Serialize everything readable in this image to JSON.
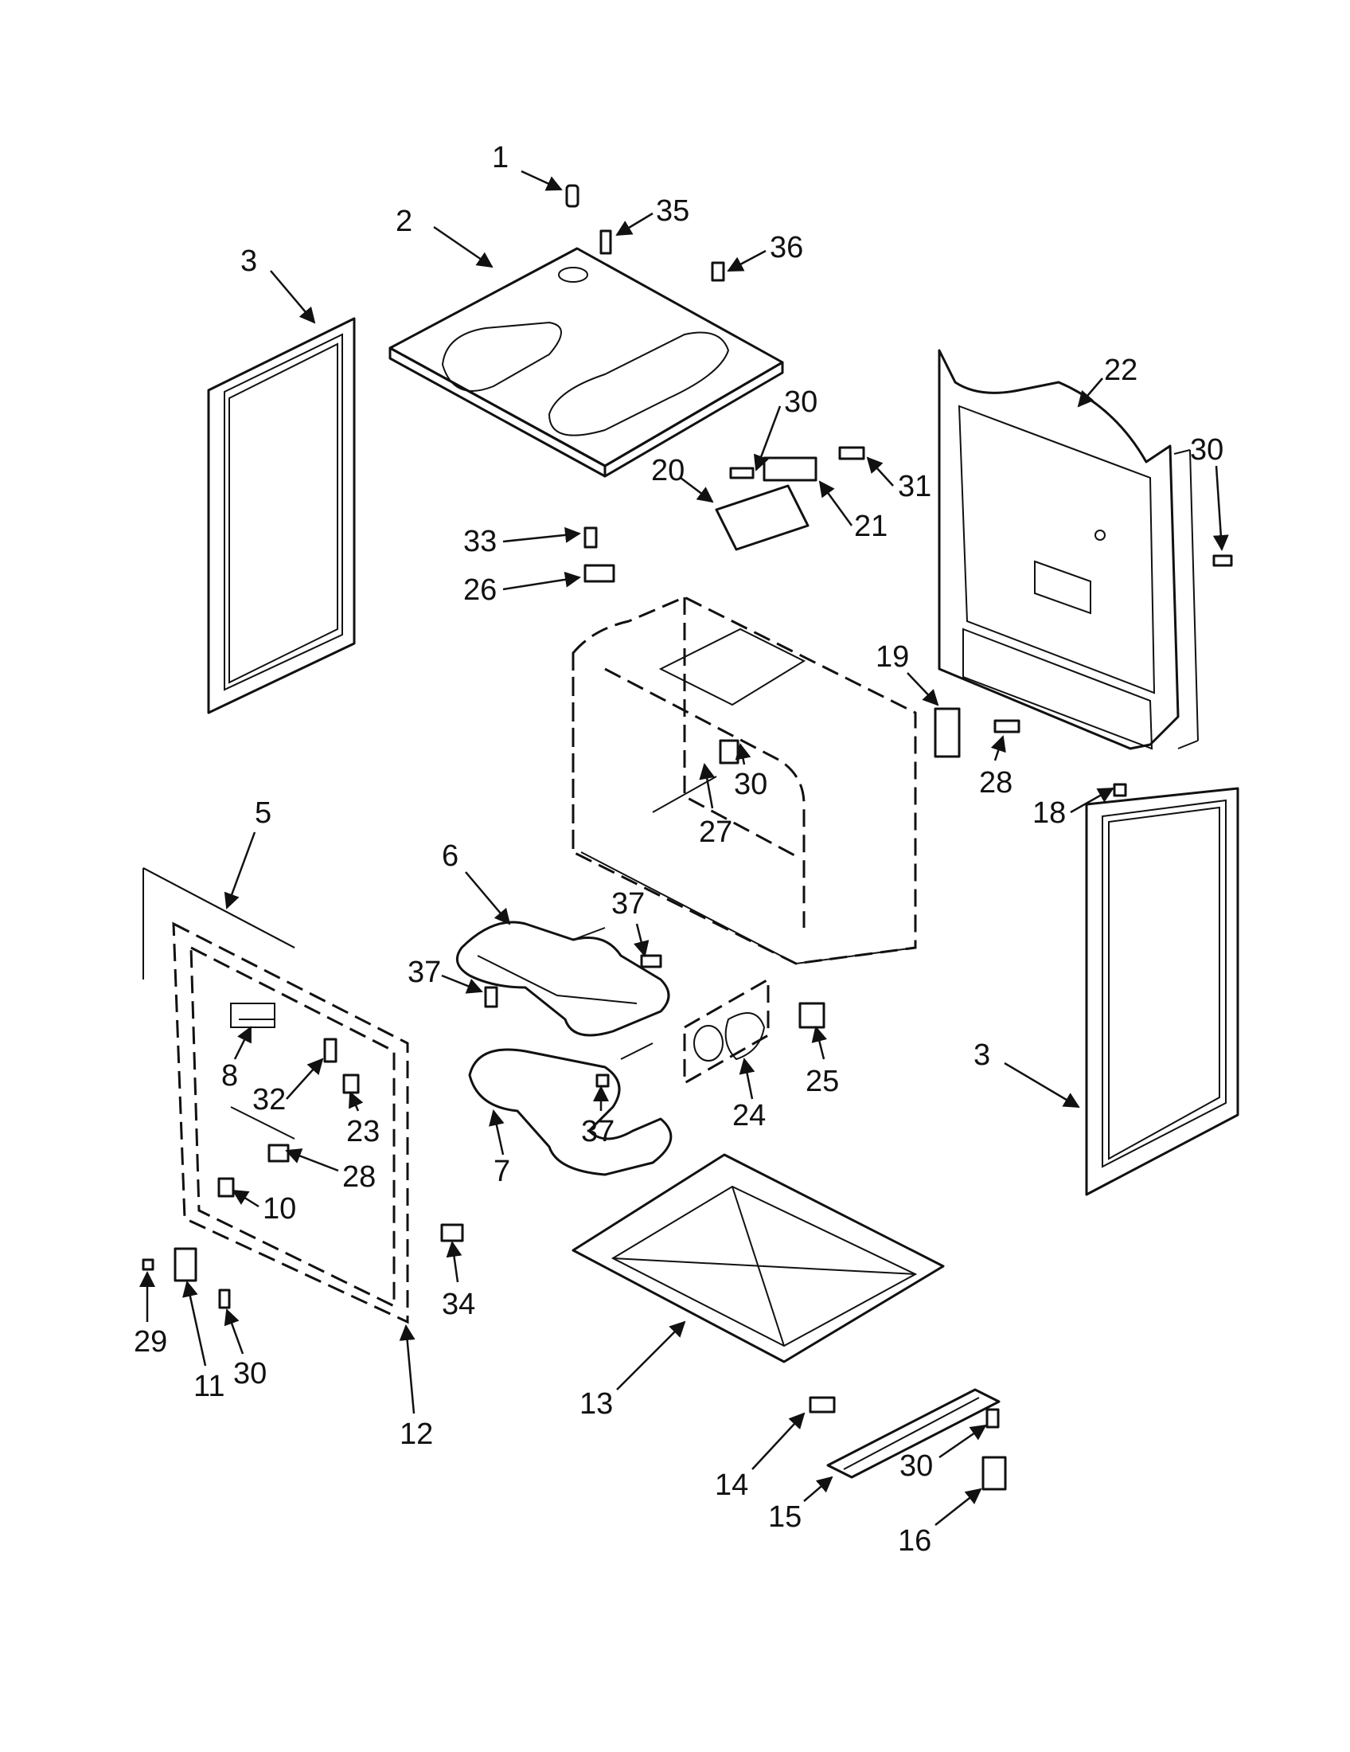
{
  "diagram": {
    "callouts": [
      {
        "id": "c1",
        "label": "1"
      },
      {
        "id": "c2",
        "label": "2"
      },
      {
        "id": "c3a",
        "label": "3"
      },
      {
        "id": "c35",
        "label": "35"
      },
      {
        "id": "c36",
        "label": "36"
      },
      {
        "id": "c22",
        "label": "22"
      },
      {
        "id": "c30a",
        "label": "30"
      },
      {
        "id": "c30b",
        "label": "30"
      },
      {
        "id": "c31",
        "label": "31"
      },
      {
        "id": "c20",
        "label": "20"
      },
      {
        "id": "c21",
        "label": "21"
      },
      {
        "id": "c33",
        "label": "33"
      },
      {
        "id": "c26",
        "label": "26"
      },
      {
        "id": "c19",
        "label": "19"
      },
      {
        "id": "c28a",
        "label": "28"
      },
      {
        "id": "c18",
        "label": "18"
      },
      {
        "id": "c30c",
        "label": "30"
      },
      {
        "id": "c27",
        "label": "27"
      },
      {
        "id": "c5",
        "label": "5"
      },
      {
        "id": "c6",
        "label": "6"
      },
      {
        "id": "c37a",
        "label": "37"
      },
      {
        "id": "c37b",
        "label": "37"
      },
      {
        "id": "c3b",
        "label": "3"
      },
      {
        "id": "c25",
        "label": "25"
      },
      {
        "id": "c24",
        "label": "24"
      },
      {
        "id": "c37c",
        "label": "37"
      },
      {
        "id": "c7",
        "label": "7"
      },
      {
        "id": "c8",
        "label": "8"
      },
      {
        "id": "c32",
        "label": "32"
      },
      {
        "id": "c23",
        "label": "23"
      },
      {
        "id": "c28b",
        "label": "28"
      },
      {
        "id": "c10",
        "label": "10"
      },
      {
        "id": "c34",
        "label": "34"
      },
      {
        "id": "c29",
        "label": "29"
      },
      {
        "id": "c11",
        "label": "11"
      },
      {
        "id": "c30d",
        "label": "30"
      },
      {
        "id": "c12",
        "label": "12"
      },
      {
        "id": "c13",
        "label": "13"
      },
      {
        "id": "c14",
        "label": "14"
      },
      {
        "id": "c15",
        "label": "15"
      },
      {
        "id": "c30e",
        "label": "30"
      },
      {
        "id": "c16",
        "label": "16"
      }
    ]
  }
}
